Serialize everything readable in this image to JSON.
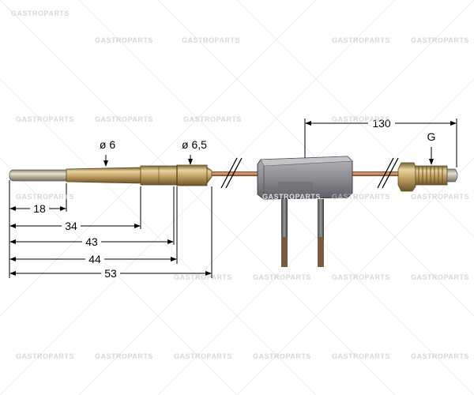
{
  "diagram": {
    "watermark": "GASTROPARTS",
    "dimensions": {
      "d18": "18",
      "d34": "34",
      "d43": "43",
      "d44": "44",
      "d53": "53",
      "d130": "130"
    },
    "diameters": {
      "dia_6": "ø 6",
      "dia_6_5": "ø 6,5"
    },
    "thread_label": "G",
    "colors": {
      "brass": "#c9a86b",
      "copper": "#c98a5e",
      "housing": "#8f8f95",
      "dim_line": "#000000"
    }
  }
}
